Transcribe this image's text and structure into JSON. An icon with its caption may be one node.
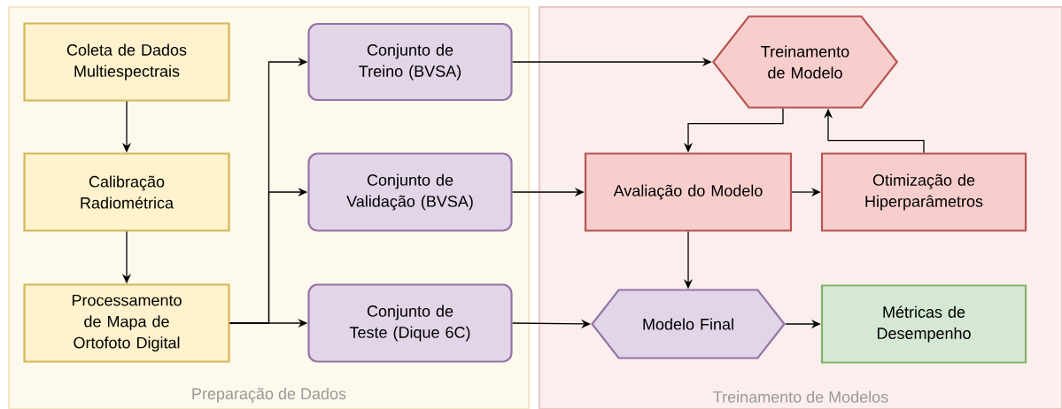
{
  "diagram": {
    "nodes": [
      {
        "text": [
          "Preparação de Dados"
        ]
      },
      {
        "text": [
          "Treinamento de Modelos"
        ]
      },
      {
        "text": [
          "Coleta de Dados Multiespectrais"
        ],
        "in": 0
      },
      {
        "text": [
          "Calibração Radiométrica"
        ],
        "in": 0
      },
      {
        "text": [
          "Processamento de Mapa de Ortofoto Digital"
        ],
        "in": 0
      },
      {
        "text": [
          "Conjunto de Treino (BVSA)"
        ],
        "in": 0
      },
      {
        "text": [
          "Conjunto de Validação (BVSA)"
        ],
        "in": 0
      },
      {
        "text": [
          "Conjunto de Teste (Dique 6C)"
        ],
        "in": 0
      },
      {
        "text": [
          "Treinamento de Modelo"
        ],
        "in": 1
      },
      {
        "text": [
          "Avaliação do Modelo"
        ],
        "in": 1
      },
      {
        "text": [
          "Otimização de Hiperparâmetros"
        ],
        "in": 1
      },
      {
        "text": [
          "Modelo Final"
        ],
        "in": 1
      },
      {
        "text": [
          "Métricas de Desempenho"
        ],
        "in": 1
      }
    ],
    "edges": [
      {
        "from": 2,
        "to": 3,
        "arrow": "to"
      },
      {
        "from": 3,
        "to": 4,
        "arrow": "to"
      },
      {
        "from": 4,
        "to": 5,
        "arrow": "to"
      },
      {
        "from": 4,
        "to": 6,
        "arrow": "to"
      },
      {
        "from": 4,
        "to": 7,
        "arrow": "to"
      },
      {
        "from": 5,
        "to": 8,
        "arrow": "to"
      },
      {
        "from": 6,
        "to": 9,
        "arrow": "to"
      },
      {
        "from": 7,
        "to": 11,
        "arrow": "to"
      },
      {
        "from": 8,
        "to": 9,
        "arrow": "to"
      },
      {
        "from": 9,
        "to": 10,
        "arrow": "to"
      },
      {
        "from": 10,
        "to": 8,
        "arrow": "to"
      },
      {
        "from": 9,
        "to": 11,
        "arrow": "to"
      },
      {
        "from": 11,
        "to": 12,
        "arrow": "to"
      }
    ]
  }
}
